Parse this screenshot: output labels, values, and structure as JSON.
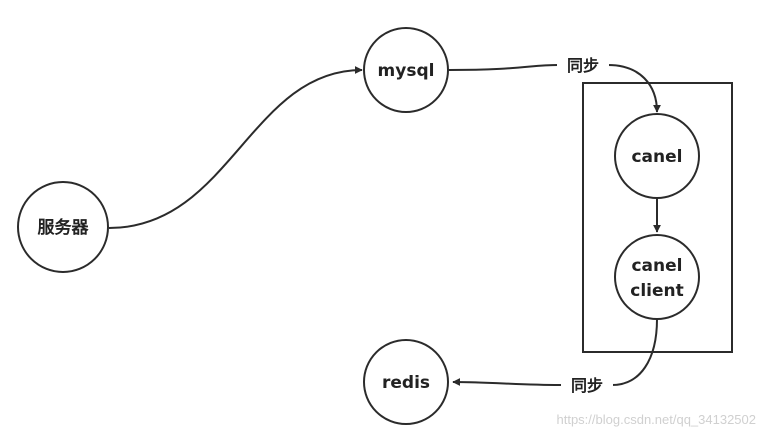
{
  "nodes": {
    "server": {
      "label": "服务器"
    },
    "mysql": {
      "label": "mysql"
    },
    "canel": {
      "label": "canel"
    },
    "canel_client": {
      "label_line1": "canel",
      "label_line2": "client"
    },
    "redis": {
      "label": "redis"
    }
  },
  "edges": {
    "mysql_to_canel": {
      "label": "同步"
    },
    "client_to_redis": {
      "label": "同步"
    }
  },
  "watermark": "https://blog.csdn.net/qq_34132502",
  "colors": {
    "stroke": "#2b2b2b",
    "text": "#222222",
    "background": "#ffffff",
    "watermark": "#d0d0d0"
  }
}
